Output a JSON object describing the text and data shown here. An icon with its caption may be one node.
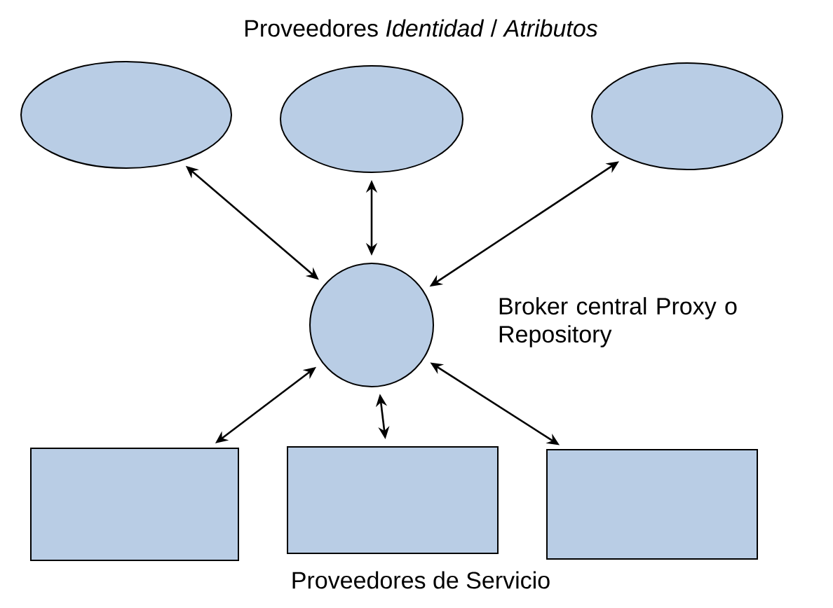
{
  "diagram": {
    "nodes": [
      {
        "text": [],
        "shape": "ellipse"
      },
      {
        "text": [],
        "shape": "ellipse"
      },
      {
        "text": [],
        "shape": "ellipse"
      },
      {
        "text": [],
        "shape": "circle",
        "beside": [
          "Broker central Proxy o Repository"
        ]
      },
      {
        "text": [],
        "shape": "box"
      },
      {
        "text": [],
        "shape": "box"
      },
      {
        "text": [],
        "shape": "box"
      }
    ],
    "edges": [
      {
        "from": 3,
        "to": 0,
        "arrow": "both"
      },
      {
        "from": 3,
        "to": 1,
        "arrow": "both"
      },
      {
        "from": 3,
        "to": 2,
        "arrow": "both"
      },
      {
        "from": 3,
        "to": 4,
        "arrow": "both"
      },
      {
        "from": 3,
        "to": 5,
        "arrow": "both"
      },
      {
        "from": 3,
        "to": 6,
        "arrow": "both"
      }
    ],
    "labels": [
      "Proveedores *Identidad* / *Atributos*",
      "Proveedores de Servicio"
    ]
  }
}
